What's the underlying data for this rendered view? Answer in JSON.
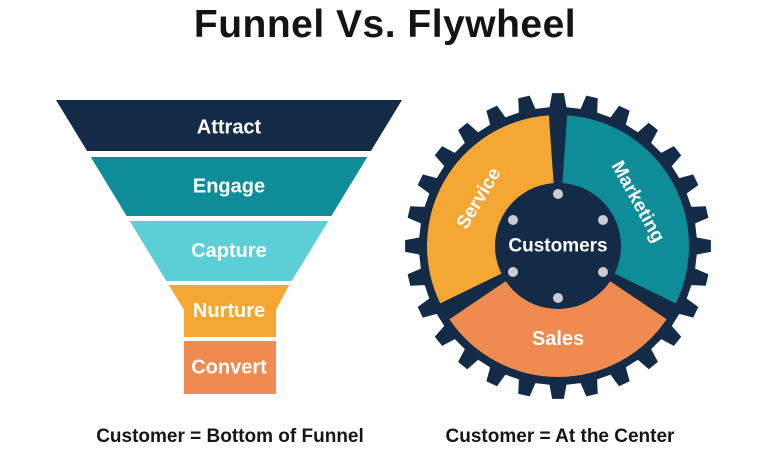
{
  "title": "Funnel Vs. Flywheel",
  "funnel": {
    "caption": "Customer = Bottom of Funnel",
    "stages": [
      {
        "label": "Attract",
        "color": "#132B47"
      },
      {
        "label": "Engage",
        "color": "#0E8D99"
      },
      {
        "label": "Capture",
        "color": "#5BCFD5"
      },
      {
        "label": "Nurture",
        "color": "#F4A733"
      },
      {
        "label": "Convert",
        "color": "#EF8A50"
      }
    ],
    "label_color": "#FFFFFF"
  },
  "flywheel": {
    "caption": "Customer = At the Center",
    "center_label": "Customers",
    "gear_color": "#132B47",
    "hub_color": "#132B47",
    "bolt_color": "#C8CDD2",
    "segments": [
      {
        "label": "Marketing",
        "color": "#0E8D99"
      },
      {
        "label": "Sales",
        "color": "#EF8A50"
      },
      {
        "label": "Service",
        "color": "#F4A733"
      }
    ]
  }
}
